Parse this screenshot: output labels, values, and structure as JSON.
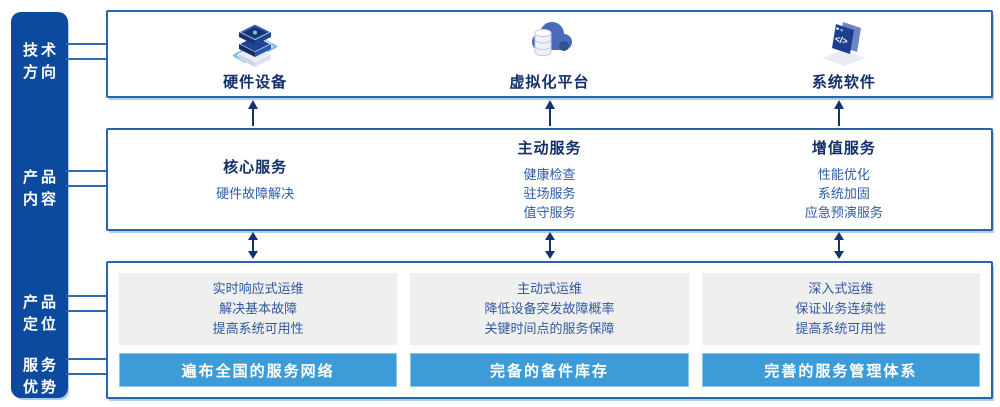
{
  "diagram": {
    "sidebar": {
      "items": [
        {
          "lines": [
            "技术",
            "方向"
          ]
        },
        {
          "lines": [
            "产品",
            "内容"
          ]
        },
        {
          "lines": [
            "产品",
            "定位"
          ]
        },
        {
          "lines": [
            "服务",
            "优势"
          ]
        }
      ]
    },
    "tech_row": {
      "columns": [
        {
          "icon": "server-stack-icon",
          "label": "硬件设备"
        },
        {
          "icon": "cloud-database-icon",
          "label": "虚拟化平台"
        },
        {
          "icon": "code-window-icon",
          "label": "系统软件"
        }
      ]
    },
    "content_row": {
      "columns": [
        {
          "heading": "核心服务",
          "items": [
            "硬件故障解决"
          ]
        },
        {
          "heading": "主动服务",
          "items": [
            "健康检查",
            "驻场服务",
            "值守服务"
          ]
        },
        {
          "heading": "增值服务",
          "items": [
            "性能优化",
            "系统加固",
            "应急预演服务"
          ]
        }
      ]
    },
    "bottom_row": {
      "columns": [
        {
          "positioning_lines": [
            "实时响应式运维",
            "解决基本故障",
            "提高系统可用性"
          ],
          "advantage": "遍布全国的服务网络"
        },
        {
          "positioning_lines": [
            "主动式运维",
            "降低设备突发故障概率",
            "关键时间点的服务保障"
          ],
          "advantage": "完备的备件库存"
        },
        {
          "positioning_lines": [
            "深入式运维",
            "保证业务连续性",
            "提高系统可用性"
          ],
          "advantage": "完善的服务管理体系"
        }
      ]
    },
    "colors": {
      "sidebar_bg": "#0b4a9e",
      "box_border": "#2b63ab",
      "banner_bg": "#3d9cd8",
      "arrow": "#16336e",
      "heading_text": "#12306b",
      "body_text": "#2d5ca8",
      "gray_box_bg": "#efefef"
    }
  }
}
